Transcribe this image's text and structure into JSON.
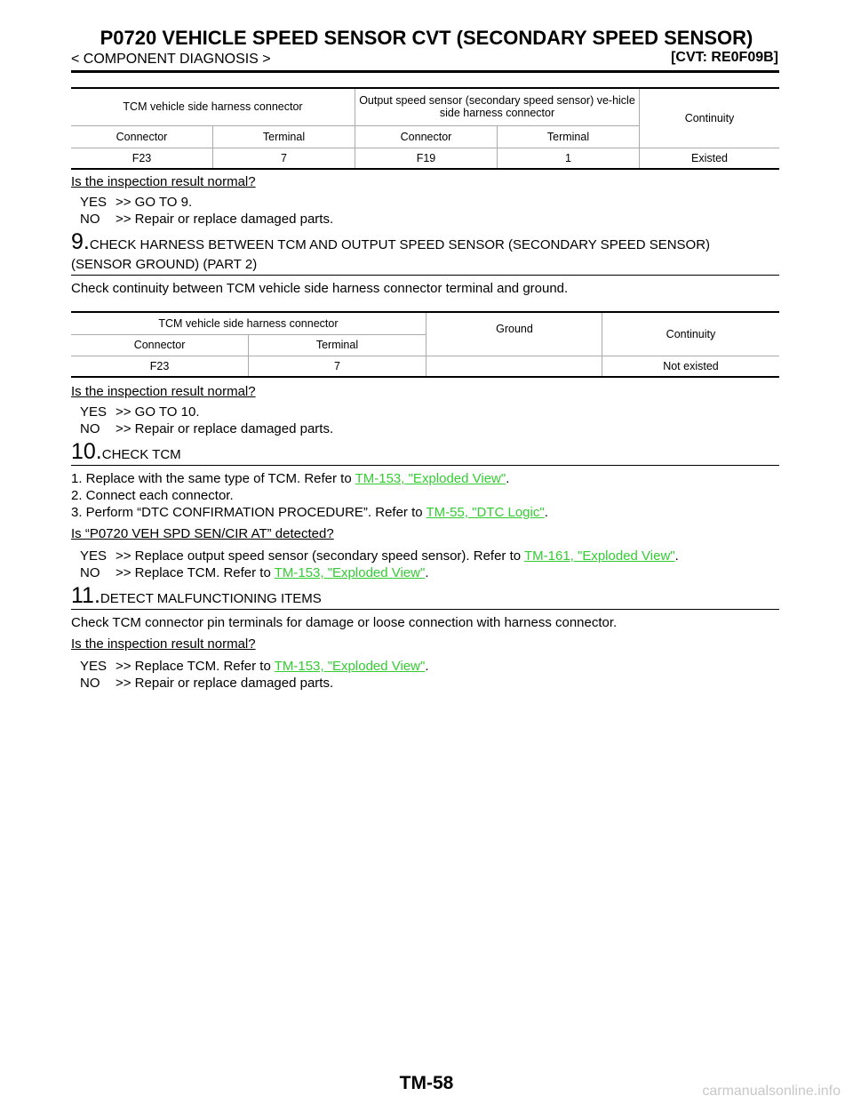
{
  "header": {
    "title": "P0720 VEHICLE SPEED SENSOR CVT (SECONDARY SPEED SENSOR)",
    "breadcrumb": "< COMPONENT DIAGNOSIS >",
    "model": "[CVT: RE0F09B]"
  },
  "table1": {
    "h_tcm": "TCM vehicle side harness connector",
    "h_oss": "Output speed sensor (secondary speed sensor) ve-hicle side harness connector",
    "h_continuity": "Continuity",
    "h_connector1": "Connector",
    "h_terminal1": "Terminal",
    "h_connector2": "Connector",
    "h_terminal2": "Terminal",
    "r_conn1": "F23",
    "r_term1": "7",
    "r_conn2": "F19",
    "r_term2": "1",
    "r_result": "Existed"
  },
  "block8": {
    "question": "Is the inspection result normal?",
    "yes_key": "YES",
    "yes_text": ">> GO TO 9.",
    "no_key": "NO",
    "no_text": ">> Repair or replace damaged parts."
  },
  "step9": {
    "num": "9.",
    "title_line1": "CHECK HARNESS BETWEEN TCM AND OUTPUT SPEED SENSOR (SECONDARY SPEED SENSOR)",
    "title_line2": "(SENSOR GROUND) (PART 2)",
    "instruction": "Check continuity between TCM vehicle side harness connector terminal and ground.",
    "t_tcm": "TCM vehicle side harness connector",
    "t_ground": "Ground",
    "t_continuity": "Continuity",
    "t_connector": "Connector",
    "t_terminal": "Terminal",
    "t_conn": "F23",
    "t_term": "7",
    "t_result": "Not existed",
    "question": "Is the inspection result normal?",
    "yes_key": "YES",
    "yes_text": ">> GO TO 10.",
    "no_key": "NO",
    "no_text": ">> Repair or replace damaged parts."
  },
  "step10": {
    "num": "10.",
    "title": "CHECK TCM",
    "item1_prefix": "1. Replace with the same type of TCM. Refer to ",
    "item1_link": "TM-153, \"Exploded View\"",
    "item1_suffix": ".",
    "item2": "2. Connect each connector.",
    "item3_prefix": "3. Perform “DTC CONFIRMATION PROCEDURE”. Refer to ",
    "item3_link": "TM-55, \"DTC Logic\"",
    "item3_suffix": ".",
    "question": "Is “P0720 VEH SPD SEN/CIR AT” detected?",
    "yes_key": "YES",
    "yes_prefix": ">> Replace output speed sensor (secondary speed sensor). Refer to ",
    "yes_link": "TM-161, \"Exploded View\"",
    "yes_suffix": ".",
    "no_key": "NO",
    "no_prefix": ">> Replace TCM. Refer to ",
    "no_link": "TM-153, \"Exploded View\"",
    "no_suffix": "."
  },
  "step11": {
    "num": "11.",
    "title": "DETECT MALFUNCTIONING ITEMS",
    "instruction": "Check TCM connector pin terminals for damage or loose connection with harness connector.",
    "question": "Is the inspection result normal?",
    "yes_key": "YES",
    "yes_prefix": ">> Replace TCM. Refer to ",
    "yes_link": "TM-153, \"Exploded View\"",
    "yes_suffix": ".",
    "no_key": "NO",
    "no_text": ">> Repair or replace damaged parts."
  },
  "footer": {
    "page_number": "TM-58",
    "watermark": "carmanualsonline.info"
  }
}
